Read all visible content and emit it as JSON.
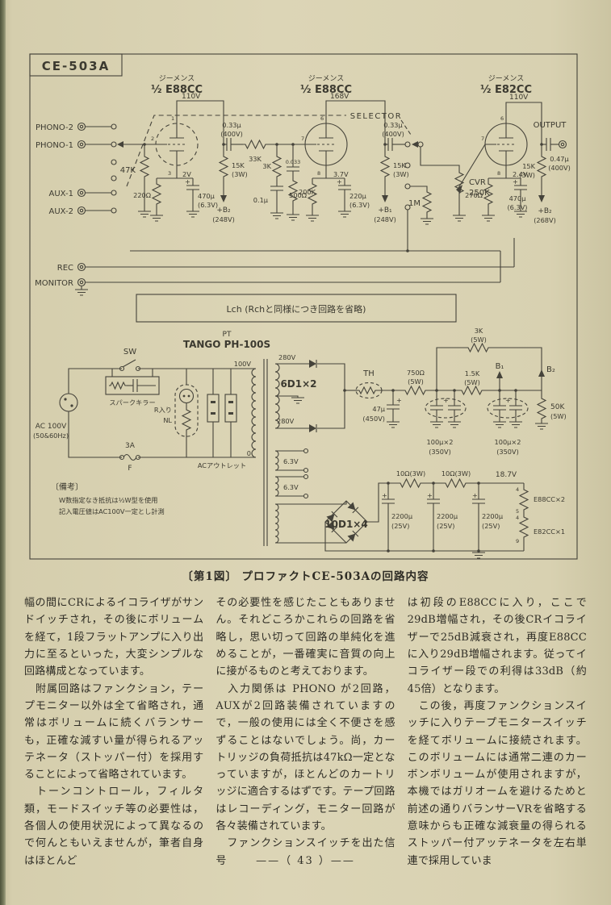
{
  "page": {
    "caption": "〔第1図〕 プロファクトCE-503Aの回路内容",
    "page_number": "——（ 43 ）——"
  },
  "schematic": {
    "model": "CE-503A",
    "lch_note": "Lch (Rchと同様につき回路を省略)",
    "sym_plus": "+",
    "amp": {
      "tube1_brand": "ジーメンス",
      "tube1_type": "½ E88CC",
      "tube2_brand": "ジーメンス",
      "tube2_type": "½ E88CC",
      "tube3_brand": "ジーメンス",
      "tube3_type": "½ E82CC",
      "selector": "SELECTOR",
      "output": "OUTPUT",
      "in_phono2": "PHONO-2",
      "in_phono1": "PHONO-1",
      "in_aux1": "AUX-1",
      "in_aux2": "AUX-2",
      "in_rec": "REC",
      "in_monitor": "MONITOR",
      "s1_plate_v": "110V",
      "s1_pin1": "1",
      "s1_pin2": "2",
      "s1_pin3": "3",
      "s1_cath_v": "2V",
      "s1_grid_r": "47K",
      "s1_cath_r": "220Ω",
      "s1_cath_c": "470µ",
      "s1_cath_cv": "(6.3V)",
      "s1_plate_r": "15K",
      "s1_plate_rw": "(3W)",
      "s1_supply": "+B₂",
      "s1_supply_v": "(248V)",
      "c1": "0.33µ",
      "c1_v": "(400V)",
      "eq_r1": "33K",
      "eq_r2": "3K",
      "eq_c1": "0.1µ",
      "eq_c2": "0.033",
      "eq_r3": "200K",
      "s2_plate_v": "168V",
      "s2_pin6": "6",
      "s2_pin7": "7",
      "s2_pin8": "8",
      "s2_cath_v": "3.7V",
      "s2_cath_r": "500Ω",
      "s2_cath_c": "220µ",
      "s2_cath_cv": "(6.3V)",
      "s2_plate_r": "15K",
      "s2_plate_rw": "(3W)",
      "s2_supply": "+B₁",
      "s2_supply_v": "(248V)",
      "c2": "0.33µ",
      "c2_v": "(400V)",
      "r_1m": "1M",
      "cvr": "CVR",
      "cvr_v": "250K",
      "s3_plate_v": "110V",
      "s3_pin6": "6",
      "s3_pin7": "7",
      "s3_pin8": "8",
      "s3_cath_v": "2.4V",
      "s3_cath_r": "270Ω",
      "s3_cath_c": "470µ",
      "s3_cath_cv": "(6.3V)",
      "s3_plate_r": "15K",
      "s3_plate_rw": "(3W)",
      "s3_supply": "+B₂",
      "s3_supply_v": "(268V)",
      "c_out": "0.47µ",
      "c_out_v": "(400V)"
    },
    "psu": {
      "pt": "PT",
      "pt_model": "TANGO PH-100S",
      "sw": "SW",
      "spark_killer": "スパークキラー",
      "ac1": "AC 100V",
      "ac2": "(50&60Hz)",
      "nl1": "R入り",
      "nl2": "NL",
      "fuse_a": "3A",
      "fuse_f": "F",
      "outlet": "ACアウトレット",
      "tap_100": "100V",
      "tap_0": "0",
      "sec_280a": "280V",
      "sec_280b": "280V",
      "heater_a": "6.3V",
      "heater_b": "6.3V",
      "diodes": "6D1×2",
      "th": "TH",
      "c_47": "47µ",
      "c_47v": "(450V)",
      "r_750": "750Ω",
      "r_750w": "(5W)",
      "r_3k": "3K",
      "r_3kw": "(5W)",
      "r_15k": "1.5K",
      "r_15kw": "(5W)",
      "b1": "B₁",
      "b2": "B₂",
      "c_100a": "100µ×2",
      "c_100av": "(350V)",
      "c_100b": "100µ×2",
      "c_100bv": "(350V)",
      "r_50k": "50K",
      "r_50kw": "(5W)",
      "bridge": "10D1×4",
      "r_10a": "10Ω(3W)",
      "r_10b": "10Ω(3W)",
      "v_out": "18.7V",
      "c_2200a": "2200µ",
      "c_2200av": "(25V)",
      "c_2200b": "2200µ",
      "c_2200bv": "(25V)",
      "c_2200c": "2200µ",
      "c_2200cv": "(25V)",
      "load_e88": "E88CC×2",
      "load_e82": "E82CC×1",
      "hp1": "4",
      "hp2": "5",
      "hp3": "4",
      "hp4": "9",
      "note_title": "〔備考〕",
      "note_line1": "W数指定なき抵抗は½W型を使用",
      "note_line2": "記入電圧値はAC100V一定とし計測"
    }
  },
  "article": {
    "col1": [
      "幅の間にCRによるイコライザがサンドイッチされ，その後にボリュームを経て，1段フラットアンプに入り出力に至るといった，大変シンプルな回路構成となっています。",
      "　附属回路はファンクション，テープモニター以外は全て省略され，通常はボリュームに続くバランサーも，正確な減すい量が得られるアッテネータ（ストッパー付）を採用することによって省略されています。",
      "　トーンコントロール，フィルタ類，モードスイッチ等の必要性は，各個人の使用状況によって異なるので何んともいえませんが，筆者自身はほとんど"
    ],
    "col2": [
      "その必要性を感じたこともありません。それどころかこれらの回路を省略し，思い切って回路の単純化を進めることが，一番確実に音質の向上に接がるものと考えております。",
      "　入力関係は PHONO が2回路，AUXが2回路装備されていますので，一般の使用には全く不便さを感ずることはないでしょう。尚，カートリッジの負荷抵抗は47kΩ一定となっていますが，ほとんどのカートリッジに適合するはずです。テープ回路はレコーディング，モニター回路が各々装備されています。",
      "　ファンクションスイッチを出た信号"
    ],
    "col3": [
      "は初段のE88CCに入り，ここで29dB増幅され，その後CRイコライザーで25dB減衰され，再度E88CCに入り29dB増幅されます。従ってイコライザー段での利得は33dB（約45倍）となります。",
      "　この後，再度ファンクションスイッチに入りテープモニタースイッチを経てボリュームに接続されます。このボリュームには通常二連のカーボンボリュームが使用されますが，本機ではガリオームを避けるためと前述の通りバランサーVRを省略する意味からも正確な減衰量の得られるストッパー付アッテネータを左右単連で採用していま"
    ]
  }
}
